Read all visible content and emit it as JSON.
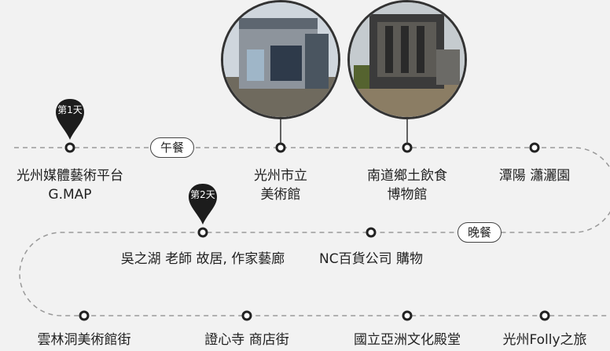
{
  "days": {
    "day1": "第1天",
    "day2": "第2天"
  },
  "meals": {
    "lunch": "午餐",
    "dinner": "晚餐"
  },
  "row1": {
    "stop1": [
      "光州媒體藝術平台",
      "G.MAP"
    ],
    "stop2": [
      "光州市立",
      "美術館"
    ],
    "stop3": [
      "南道鄉土飲食",
      "博物館"
    ],
    "stop4": [
      "潭陽 瀟灑園"
    ]
  },
  "row2": {
    "stop1": "吳之湖 老師 故居, 作家藝廊",
    "stop2": "NC百貨公司 購物"
  },
  "row3": {
    "stop1": "雲林洞美術館街",
    "stop2": "證心寺 商店街",
    "stop3": "國立亞洲文化殿堂",
    "stop4": "光州Folly之旅"
  },
  "photos": {
    "museum_art": "building-photo",
    "food_museum": "building-photo"
  },
  "colors": {
    "background": "#f2f2f2",
    "line": "#999999",
    "node": "#222222",
    "pin": "#1c1c1c",
    "photo_border": "#333333"
  }
}
